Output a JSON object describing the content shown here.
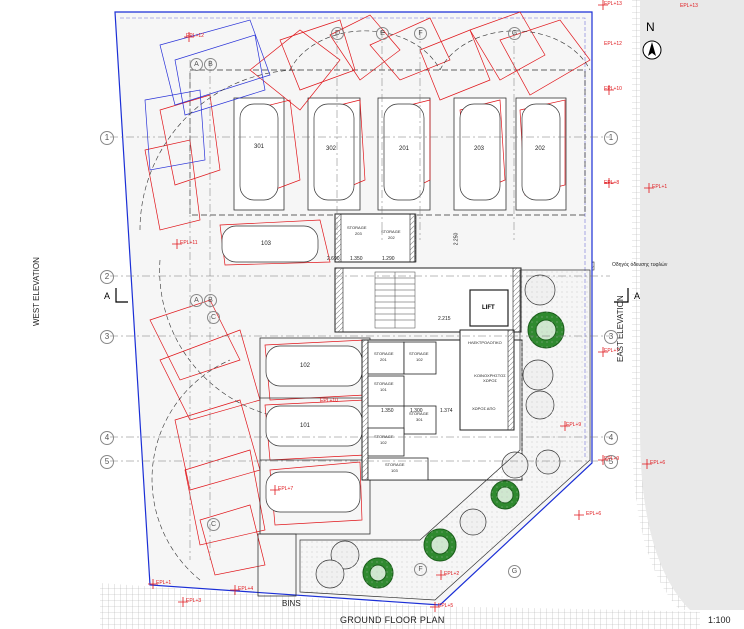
{
  "drawing": {
    "title": "GROUND FLOOR PLAN",
    "scale": "1:100",
    "north_label": "N",
    "west_elevation": "WEST ELEVATION",
    "east_elevation": "EAST ELEVATION",
    "section_label": "A",
    "street_label": "Οδηγός όδευσης τυφλών",
    "bins_label": "BINS"
  },
  "grid": {
    "rows": [
      "1",
      "2",
      "3",
      "4",
      "5"
    ],
    "cols": [
      "A",
      "B",
      "C",
      "D",
      "E",
      "F",
      "G"
    ]
  },
  "parking": [
    {
      "label": "301"
    },
    {
      "label": "302"
    },
    {
      "label": "201"
    },
    {
      "label": "203"
    },
    {
      "label": "202"
    },
    {
      "label": "103"
    },
    {
      "label": "102"
    },
    {
      "label": "101"
    }
  ],
  "rooms": {
    "lift": "LIFT",
    "storage_top_left": "STORAGE",
    "storage_top_left_num": "203",
    "storage_top_right": "STORAGE",
    "storage_top_right_num": "202",
    "storage_a": "STORAGE",
    "storage_a_num": "201",
    "storage_b": "STORAGE",
    "storage_b_num": "102",
    "storage_c": "STORAGE",
    "storage_c_num": "101",
    "storage_d": "STORAGE",
    "storage_d_num": "301",
    "storage_e": "STORAGE",
    "storage_e_num": "102",
    "storage_f": "STORAGE",
    "storage_f_num": "103",
    "electrical": "ΗΛΕΚΤΡΟΛΟΓΙΚΟ",
    "common1": "ΚΟΙΝΟΧΡΗΣΤΟΣ ΧΩΡΟΣ",
    "common2": "ΧΩΡΟΣ ΑΠΟ"
  },
  "dimensions": {
    "d1": "2.215",
    "d2": "1.350",
    "d3": "1.300",
    "d4": "1.374",
    "d5": "2.250",
    "d6": "1.290",
    "d7": "1.350",
    "d8": "2.690"
  },
  "levels": {
    "l1": "EPL+12",
    "l2": "EPL+10",
    "l3": "EPL+8",
    "l4": "EPL+1",
    "l5": "EPL+11",
    "l6": "EPL+7",
    "l7": "EPL+9",
    "l8": "EPL+10",
    "l9": "EPL+6",
    "l10": "EPL+5",
    "l11": "EPL+7",
    "l12": "EPL+13",
    "l13": "EPL+13",
    "l14": "EPL+4",
    "l15": "EPL+3",
    "l16": "EPL+1",
    "l17": "EPL+2",
    "l18": "EPL+9",
    "l19": "EPL+6",
    "l20": "EPL+12"
  }
}
